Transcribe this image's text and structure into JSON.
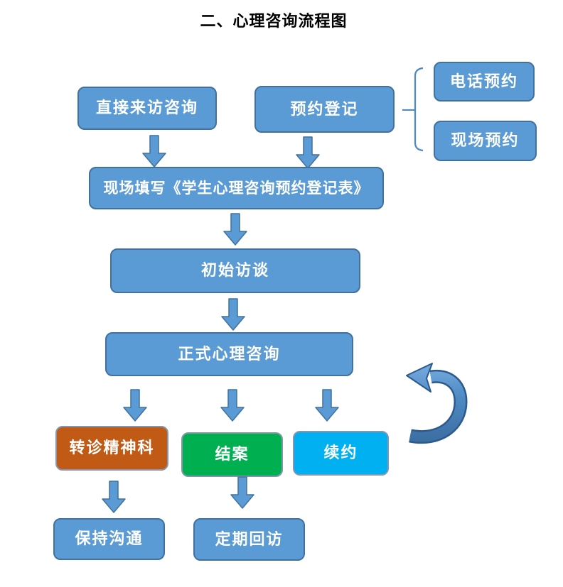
{
  "title": "二、心理咨询流程图",
  "flowchart": {
    "nodes": {
      "direct_visit": "直接来访咨询",
      "appointment": "预约登记",
      "phone_booking": "电话预约",
      "onsite_booking": "现场预约",
      "fill_form": "现场填写《学生心理咨询预约登记表》",
      "initial_interview": "初始访谈",
      "formal_counseling": "正式心理咨询",
      "psychiatric_referral": "转诊精神科",
      "case_closed": "结案",
      "renew_contract": "续约",
      "keep_communication": "保持沟通",
      "regular_followup": "定期回访"
    },
    "colors": {
      "node_fill_blue": "#5B9BD5",
      "node_border_blue": "#41719C",
      "node_fill_orange": "#C05A14",
      "node_fill_green": "#00B050",
      "node_fill_cyan": "#00B0F0",
      "colored_node_border": "#8496B0",
      "arrow_fill": "#5B9BD5",
      "arrow_border": "#41719C",
      "loop_arrow_dark": "#3A6B9E",
      "loop_arrow_light": "#7FB2E5",
      "brace_stroke": "#4E8AC8",
      "title_color": "#000000"
    }
  }
}
